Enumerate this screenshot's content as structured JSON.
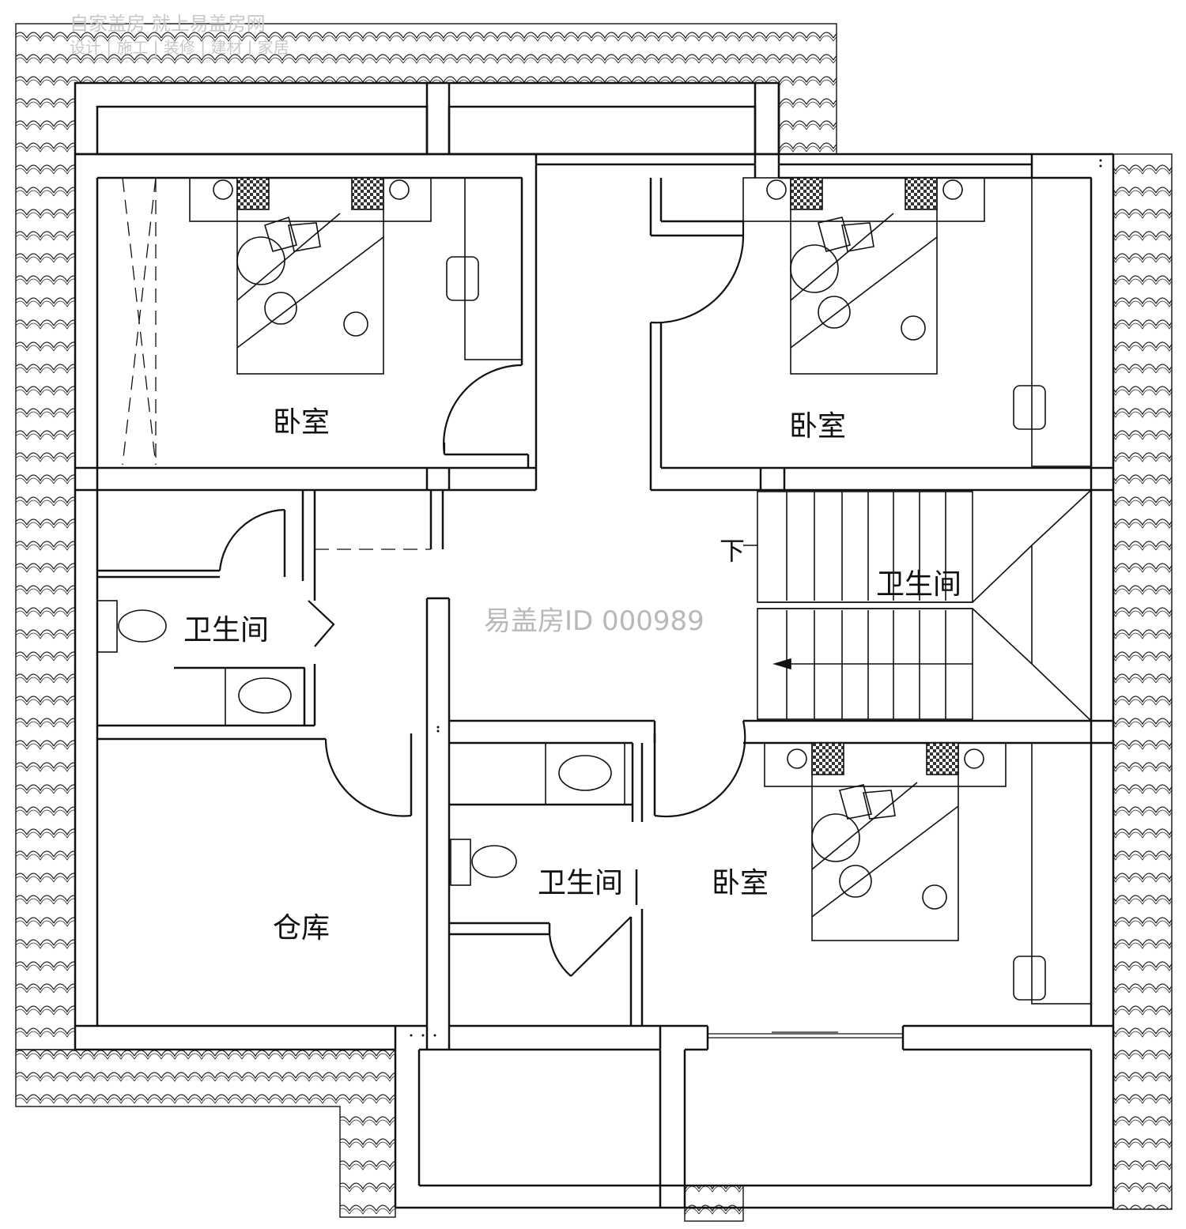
{
  "logo": {
    "line1": "自家盖房 就上易盖房网",
    "line2": "设计 | 施工 | 装修 | 建材 | 家居"
  },
  "watermark": "易盖房ID 000989",
  "rooms": {
    "bedroom_nw": "卧室",
    "bedroom_ne": "卧室",
    "bedroom_se": "卧室",
    "bathroom_west": "卫生间",
    "bathroom_center": "卫生间",
    "bathroom_stair": "卫生间",
    "storage": "仓库"
  },
  "stair_label": "下"
}
